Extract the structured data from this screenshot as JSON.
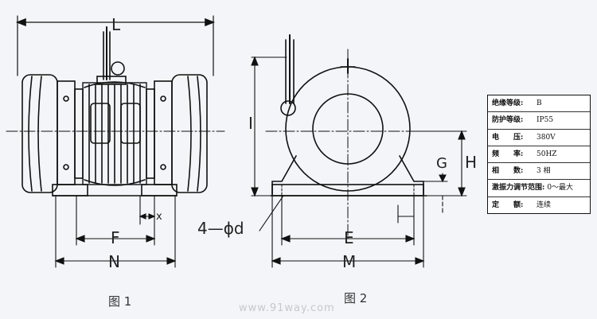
{
  "figure1": {
    "caption": "图 1",
    "dims": {
      "L": "L",
      "F": "F",
      "N": "N",
      "x": "x"
    }
  },
  "figure2": {
    "caption": "图 2",
    "dims": {
      "I": "I",
      "G": "G",
      "H": "H",
      "E": "E",
      "M": "M",
      "holes": "4—ϕd"
    }
  },
  "spec_table": [
    {
      "label": "绝缘等级:",
      "value": "B"
    },
    {
      "label": "防护等级:",
      "value": "IP55"
    },
    {
      "label": "电　　压:",
      "value": "380V"
    },
    {
      "label": "频　　率:",
      "value": "50HZ"
    },
    {
      "label": "相　　数:",
      "value": "3 相"
    },
    {
      "label": "激振力调节范围:",
      "value": "0～最大",
      "wide": true
    },
    {
      "label": "定　　额:",
      "value": "连续"
    }
  ],
  "watermark": "www.91way.com"
}
